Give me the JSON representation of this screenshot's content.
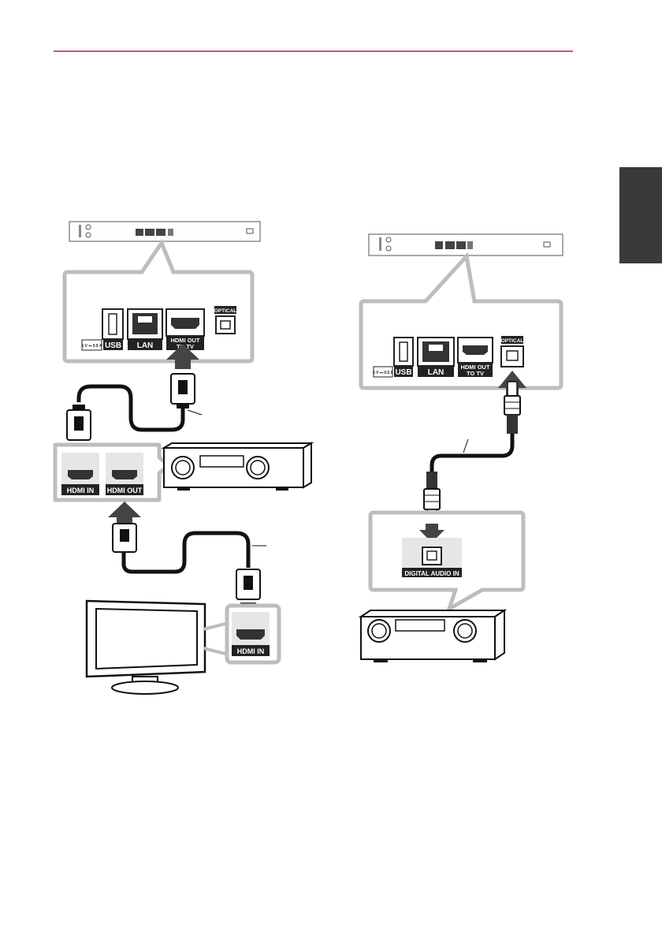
{
  "page": {
    "accent": "#c41a3d",
    "tab_color": "#3a3a3a"
  },
  "left_diagram": {
    "ports": {
      "usb": "USB",
      "lan": "LAN",
      "hdmi_out_line1": "HDMI OUT",
      "hdmi_out_line2": "TO TV",
      "optical": "OPTICAL",
      "usb_rating": "5 V ⎓ 0.5 A"
    },
    "receiver_ports": {
      "hdmi_in": "HDMI IN",
      "hdmi_out": "HDMI OUT"
    },
    "tv_port": {
      "hdmi_in": "HDMI IN"
    }
  },
  "right_diagram": {
    "ports": {
      "usb": "USB",
      "lan": "LAN",
      "hdmi_out_line1": "HDMI OUT",
      "hdmi_out_line2": "TO TV",
      "optical": "OPTICAL",
      "usb_rating": "5 V ⎓ 0.5 A"
    },
    "receiver_port": {
      "digital_audio_in": "DIGITAL AUDIO IN"
    }
  }
}
